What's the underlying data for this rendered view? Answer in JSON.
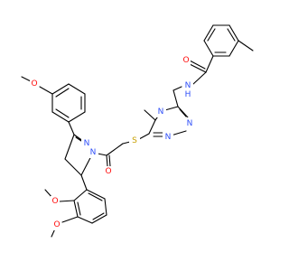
{
  "molecule": {
    "colors": {
      "bond": "#000000",
      "O": "#ff0d0d",
      "N": "#3050f8",
      "S": "#c8a000",
      "C": "#000000"
    },
    "labels": {
      "o_methoxy_top": "O",
      "o_amide": "O",
      "n_amide_h": "N",
      "h_amide": "H",
      "n_triazole_methyl": "N",
      "n_triazole_a": "N",
      "n_triazole_b": "N",
      "n_pyrazoline_1": "N",
      "n_pyrazoline_2": "N",
      "s_thioether": "S",
      "o_ketone": "O",
      "o_methoxy_2": "O",
      "o_methoxy_3": "O"
    }
  }
}
